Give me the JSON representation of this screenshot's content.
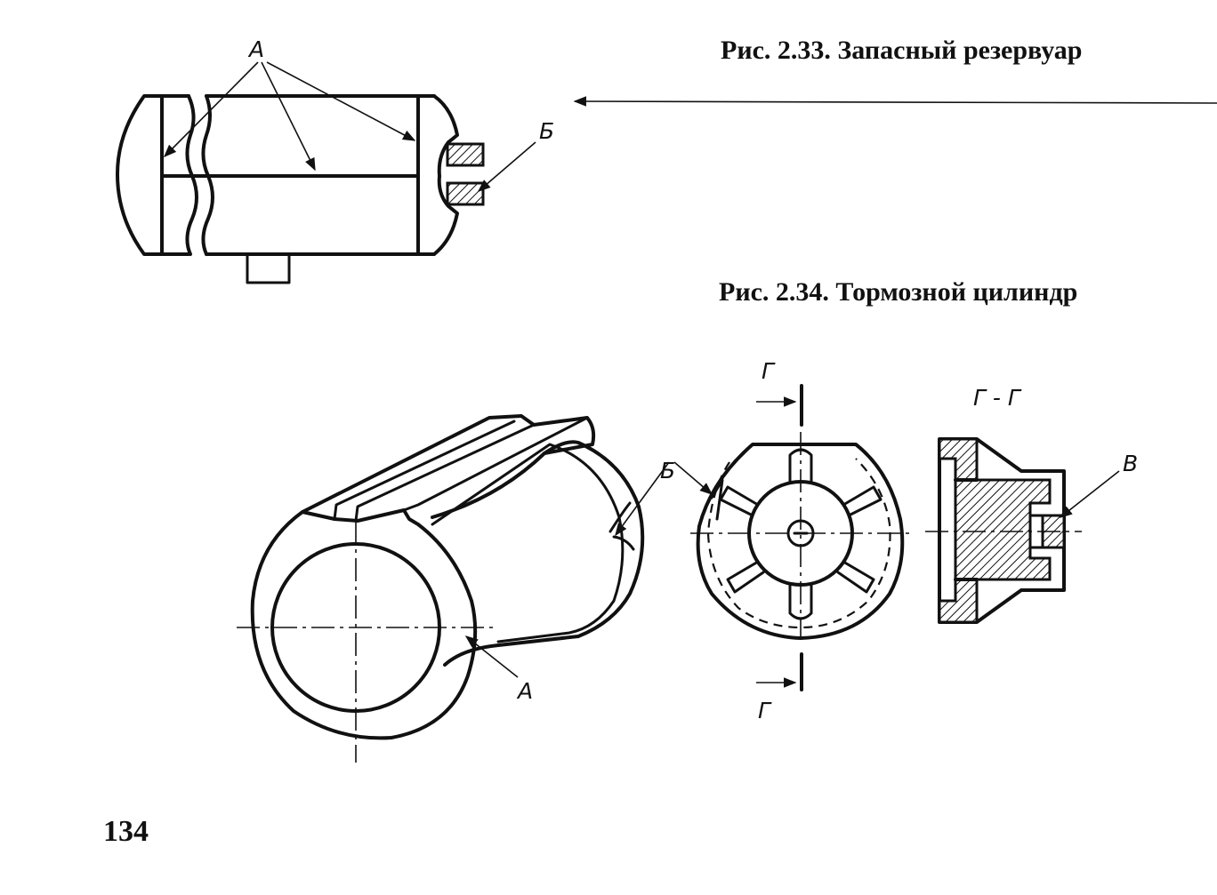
{
  "figure_1": {
    "caption": "Рис. 2.33. Запасный резервуар",
    "label_a": "А",
    "label_b": "Б"
  },
  "figure_2": {
    "caption": "Рис. 2.34. Тормозной цилиндр",
    "label_a": "А",
    "label_b": "Б",
    "label_v": "В",
    "section_mark_top": "Г",
    "section_mark_bottom": "Г",
    "section_title": "Г - Г"
  },
  "page_number": "134"
}
